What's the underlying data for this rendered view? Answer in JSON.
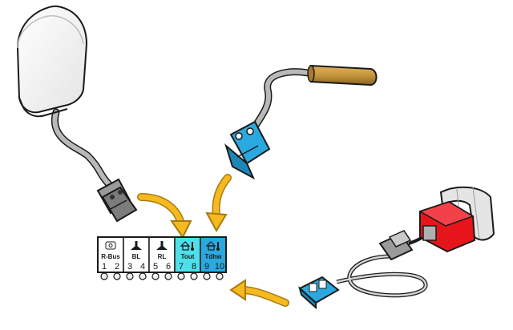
{
  "terminal_block": {
    "sections": [
      {
        "label": "R-Bus",
        "pins": [
          "1",
          "2"
        ],
        "icon": "thermostat-icon",
        "color": "#ffffff"
      },
      {
        "label": "BL",
        "pins": [
          "3",
          "4"
        ],
        "icon": "boiler-icon",
        "color": "#ffffff"
      },
      {
        "label": "RL",
        "pins": [
          "5",
          "6"
        ],
        "icon": "return-boiler-icon",
        "color": "#ffffff"
      },
      {
        "label": "Tout",
        "pins": [
          "7",
          "8"
        ],
        "icon": "house-thermometer-icon",
        "color": "#4ee0ea"
      },
      {
        "label": "Tdhw",
        "pins": [
          "9",
          "10"
        ],
        "icon": "tap-thermometer-icon",
        "color": "#2aa9e0"
      }
    ]
  },
  "colors": {
    "arrow": "#f6b91f",
    "arrow_outline": "#a67c10",
    "blue_connector": "#2aa9e0",
    "red_clamp": "#e8141c",
    "grey_connector": "#8d8d8d",
    "probe_brass": "#c7963c",
    "outline": "#1a1a1a"
  },
  "components": [
    {
      "name": "outdoor-sensor",
      "icon": "outdoor-sensor-icon"
    },
    {
      "name": "dhw-temperature-probe",
      "icon": "temperature-probe-icon"
    },
    {
      "name": "pipe-clamp-sensor",
      "icon": "pipe-clamp-icon"
    }
  ]
}
